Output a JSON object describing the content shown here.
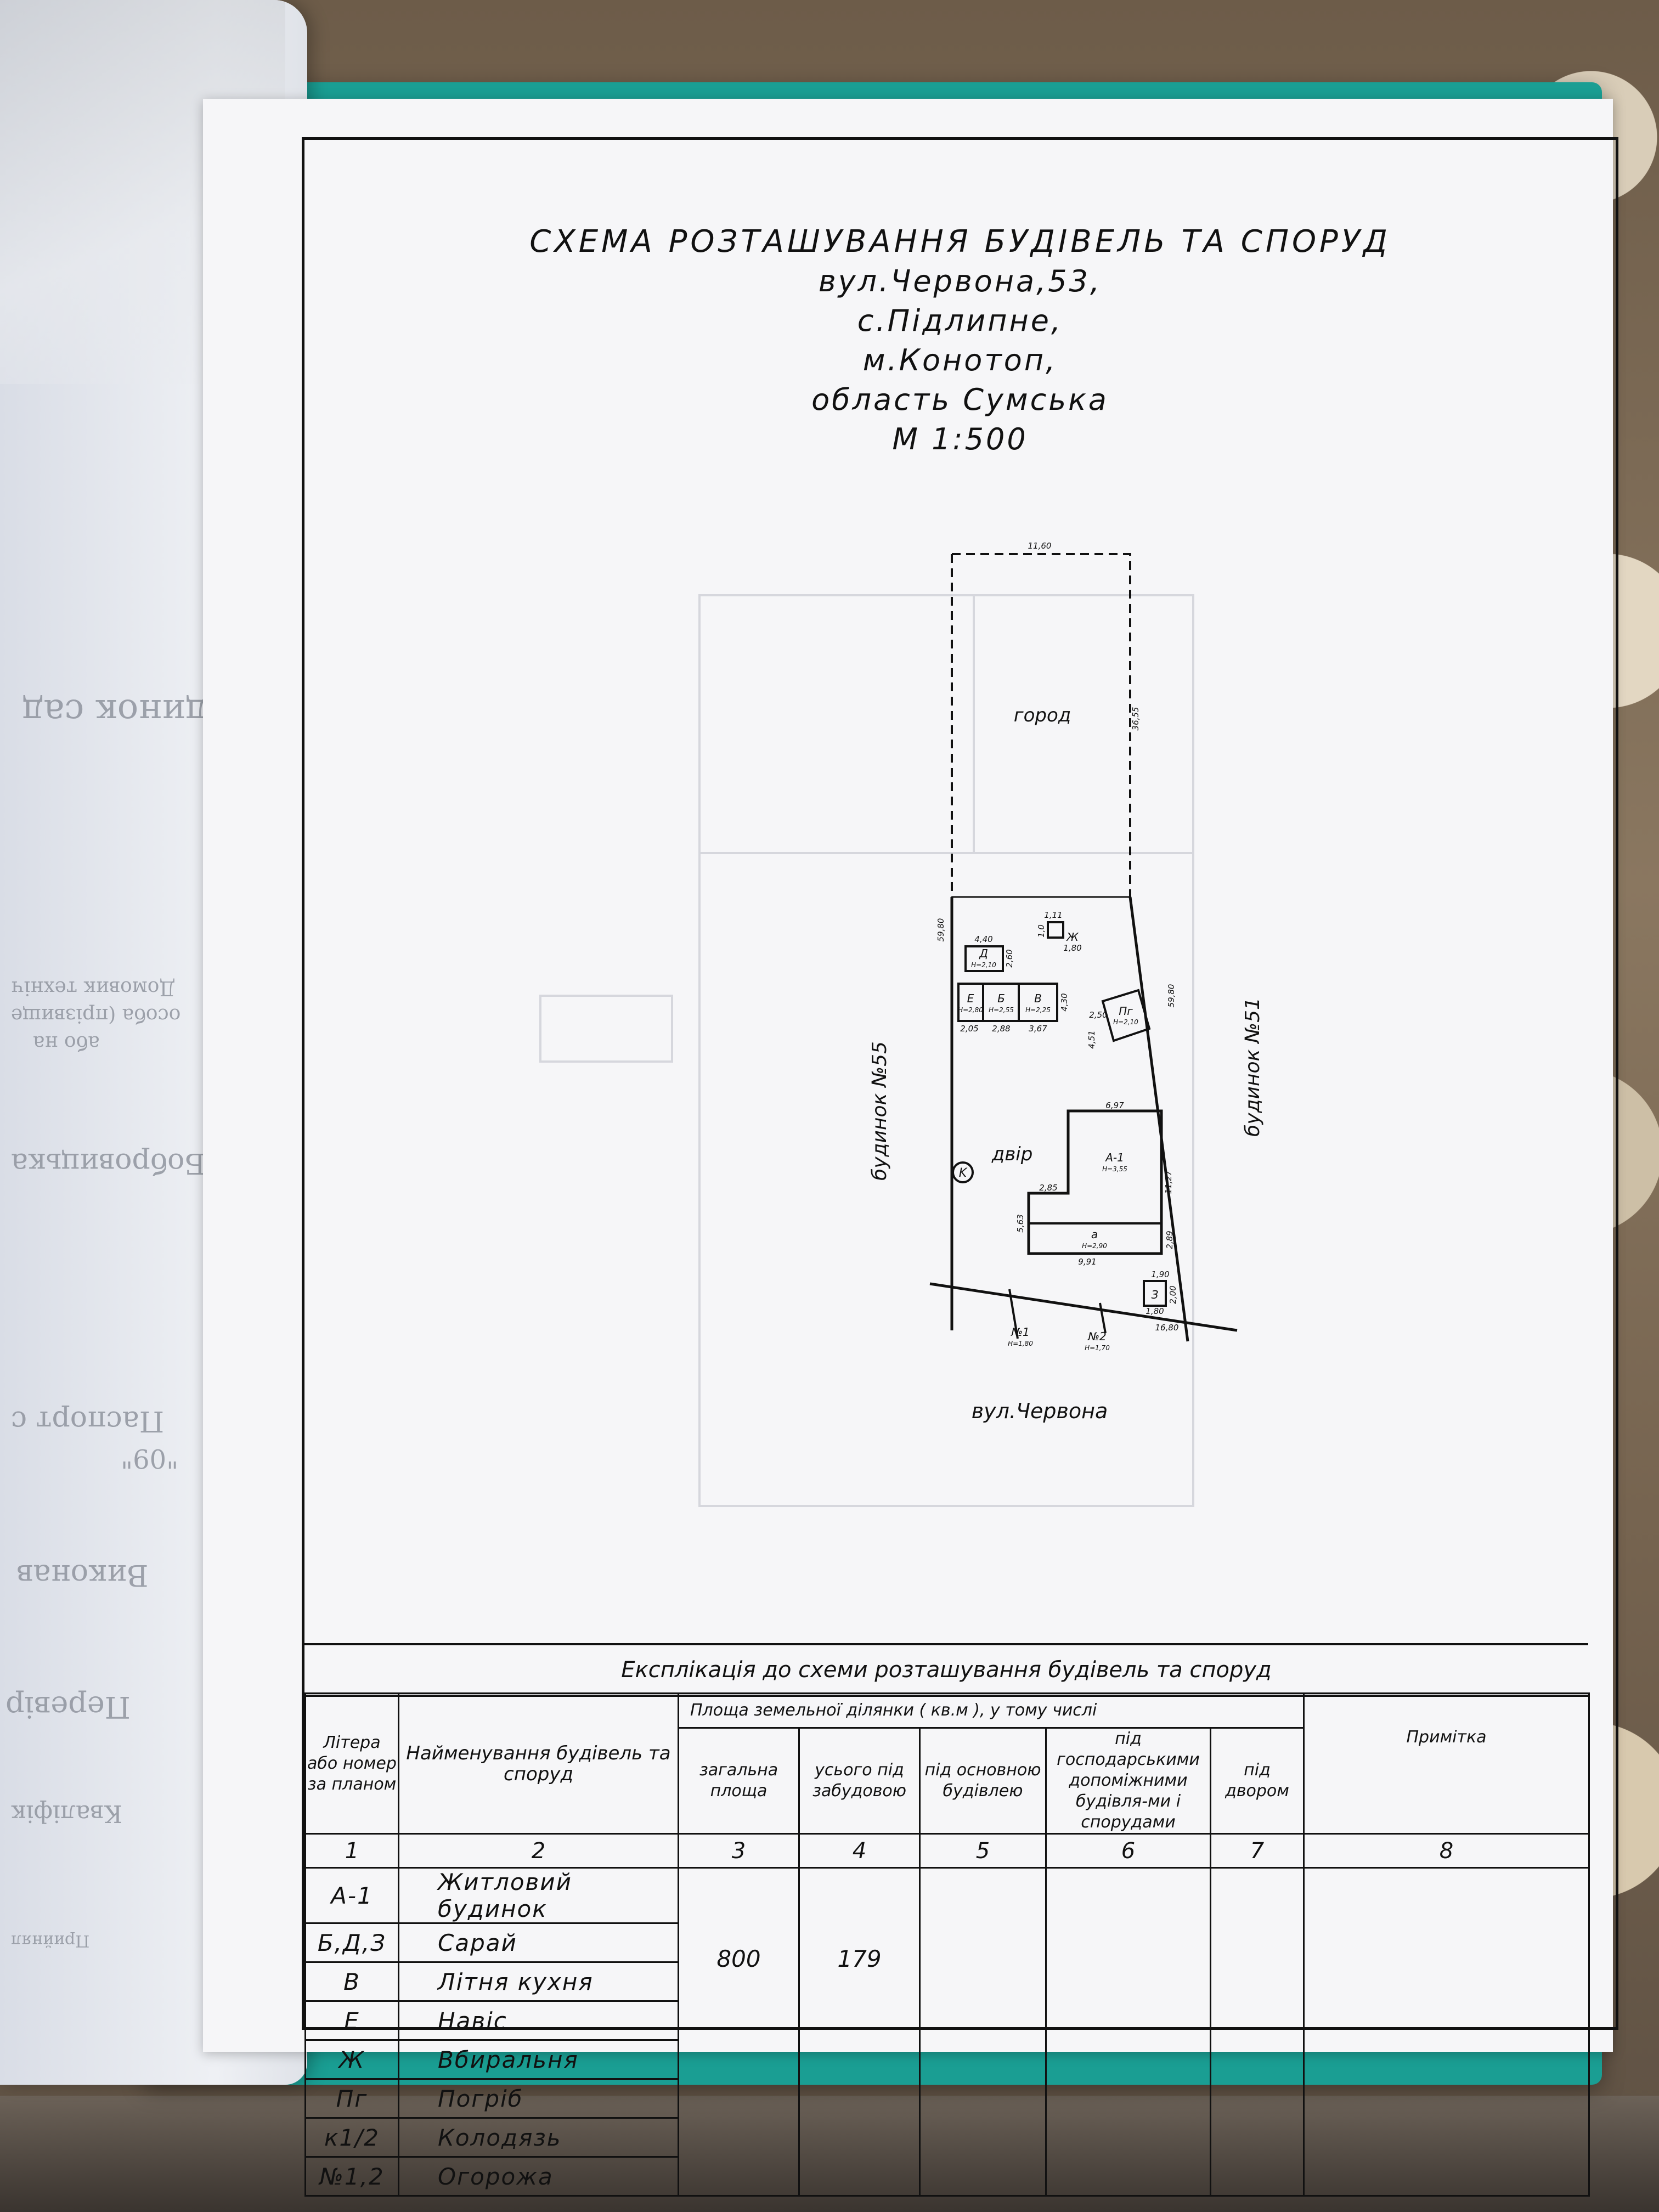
{
  "left_page": {
    "fragments": [
      "на будинок сад",
      "Домовик техніч",
      "особа (прізвище",
      "або на",
      "Бобровицька",
      "Паспорт с",
      "\"09\"",
      "Виконав",
      "Перевір",
      "Кваліфік",
      "Прийнял"
    ]
  },
  "title": {
    "line1": "СХЕМА РОЗТАШУВАННЯ БУДІВЕЛЬ ТА СПОРУД",
    "line2": "вул.Червона,53,",
    "line3": "с.Підлипне,",
    "line4": "м.Конотоп,",
    "line5": "область Сумська",
    "line6": "М 1:500"
  },
  "plan": {
    "garden": "город",
    "yard": "двір",
    "street": "вул.Червона",
    "left_neighbor": "будинок №55",
    "right_neighbor": "будинок №51",
    "well_symbol": "K",
    "dims": {
      "top": "11,60",
      "garden_side": "36,55",
      "left_side": "59,80",
      "right_side": "59,80",
      "front": "16,80",
      "d_w": "4,40",
      "d_h": "2,60",
      "e_w": "2,05",
      "b_w": "2,88",
      "v_w": "3,67",
      "v_h": "4,30",
      "zh_w": "1,11",
      "zh_h": "1,0",
      "zh_len": "1,80",
      "a1_w": "6,97",
      "a1_h": "11,27",
      "a_w": "9,91",
      "a_h": "5,63",
      "a_step": "2,85",
      "a_side": "2,89",
      "pg_w": "2,50",
      "pg_h": "4,51",
      "z_w": "1,80",
      "z_h": "2,00",
      "z_top": "1,90"
    },
    "labels": {
      "d": "Д",
      "d_h": "Н=2,10",
      "e": "Е",
      "e_h": "Н=2,80",
      "b": "Б",
      "b_h": "Н=2,55",
      "v": "В",
      "v_h": "Н=2,25",
      "zh": "Ж",
      "pg": "Пг",
      "pg_h": "Н=2,10",
      "a1": "А-1",
      "a1_h": "Н=3,55",
      "a": "а",
      "a_h": "Н=2,90",
      "z": "З",
      "f1": "№1",
      "f1_h": "Н=1,80",
      "f2": "№2",
      "f2_h": "Н=1,70"
    }
  },
  "explication": {
    "title": "Експлікація до схеми розташування будівель та споруд",
    "headers": {
      "c1": "Літера або номер за планом",
      "c2": "Найменування будівель та споруд",
      "area_group": "Площа земельної ділянки ( кв.м ), у тому числі",
      "c3": "загальна площа",
      "c4": "усього під забудовою",
      "c5": "під основною будівлею",
      "c6": "під господарськими допоміжними будівля-ми і спорудами",
      "c7": "під двором",
      "c8": "Примітка"
    },
    "col_numbers": [
      "1",
      "2",
      "3",
      "4",
      "5",
      "6",
      "7",
      "8"
    ],
    "rows": [
      {
        "lit": "А-1",
        "name": "Житловий будинок"
      },
      {
        "lit": "Б,Д,З",
        "name": "Сарай"
      },
      {
        "lit": "В",
        "name": "Літня кухня"
      },
      {
        "lit": "Е",
        "name": "Навіс"
      },
      {
        "lit": "Ж",
        "name": "Вбиральня"
      },
      {
        "lit": "Пг",
        "name": "Погріб"
      },
      {
        "lit": "к1/2",
        "name": "Колодязь"
      },
      {
        "lit": "№1,2",
        "name": "Огорожа"
      }
    ],
    "total_area": "800",
    "built_area": "179"
  }
}
